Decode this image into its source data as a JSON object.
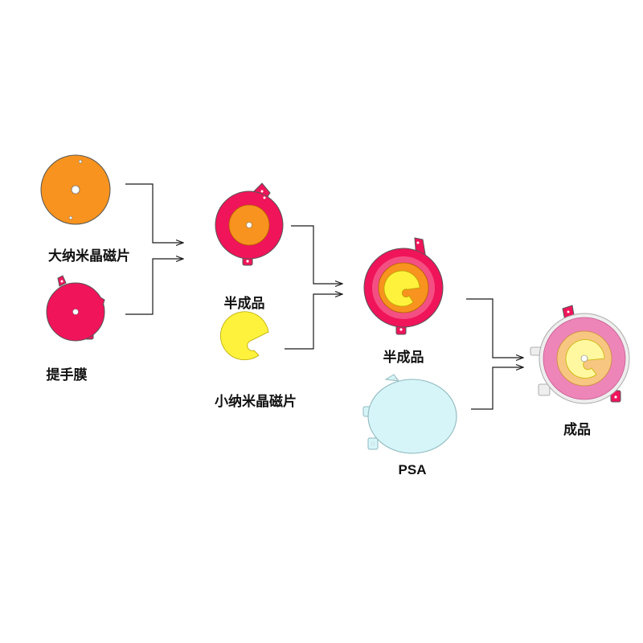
{
  "labels": {
    "large_magnet": "大纳米晶磁片",
    "pull_film": "提手膜",
    "semi_product_1": "半成品",
    "small_magnet": "小纳米晶磁片",
    "semi_product_2": "半成品",
    "psa": "PSA",
    "finished_product": "成品"
  },
  "colors": {
    "orange_magnet": "#F7931E",
    "magenta_film": "#F0145A",
    "yellow_magnet": "#FFF23C",
    "psa_film": "#D6F5F8",
    "finished_pink": "#EE85B8",
    "connector": "#1a1a1a"
  }
}
